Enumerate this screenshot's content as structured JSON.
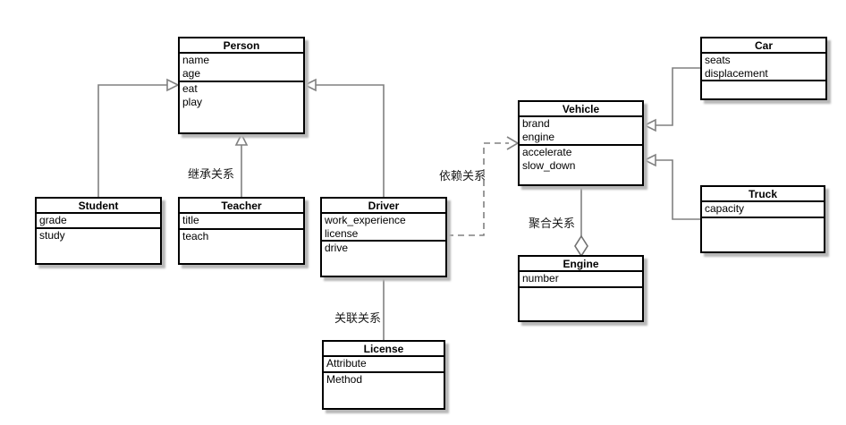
{
  "diagram": {
    "type": "uml-class-diagram",
    "classes": [
      {
        "name": "Person",
        "attributes": [
          "name",
          "age"
        ],
        "methods": [
          "eat",
          "play"
        ]
      },
      {
        "name": "Student",
        "attributes": [
          "grade"
        ],
        "methods": [
          "study"
        ]
      },
      {
        "name": "Teacher",
        "attributes": [
          "title"
        ],
        "methods": [
          "teach"
        ]
      },
      {
        "name": "Driver",
        "attributes": [
          "work_experience",
          "license"
        ],
        "methods": [
          "drive"
        ]
      },
      {
        "name": "Vehicle",
        "attributes": [
          "brand",
          "engine"
        ],
        "methods": [
          "accelerate",
          "slow_down"
        ]
      },
      {
        "name": "Car",
        "attributes": [
          "seats",
          "displacement"
        ],
        "methods": []
      },
      {
        "name": "Truck",
        "attributes": [
          "capacity"
        ],
        "methods": []
      },
      {
        "name": "Engine",
        "attributes": [
          "number"
        ],
        "methods": []
      },
      {
        "name": "License",
        "attributes": [
          "Attribute"
        ],
        "methods": [
          "Method"
        ]
      }
    ],
    "relationships": [
      {
        "type": "inheritance",
        "from": "Student",
        "to": "Person",
        "label": ""
      },
      {
        "type": "inheritance",
        "from": "Teacher",
        "to": "Person",
        "label": "继承关系"
      },
      {
        "type": "inheritance",
        "from": "Driver",
        "to": "Person",
        "label": ""
      },
      {
        "type": "inheritance",
        "from": "Car",
        "to": "Vehicle",
        "label": ""
      },
      {
        "type": "inheritance",
        "from": "Truck",
        "to": "Vehicle",
        "label": ""
      },
      {
        "type": "dependency",
        "from": "Driver",
        "to": "Vehicle",
        "label": "依赖关系"
      },
      {
        "type": "association",
        "from": "Driver",
        "to": "License",
        "label": "关联关系"
      },
      {
        "type": "aggregation",
        "from": "Vehicle",
        "to": "Engine",
        "label": "聚合关系"
      }
    ],
    "colors": {
      "line": "#808080",
      "box_border": "#000000",
      "box_fill": "#ffffff",
      "shadow": "#b8b8b8",
      "background": "#ffffff"
    }
  }
}
